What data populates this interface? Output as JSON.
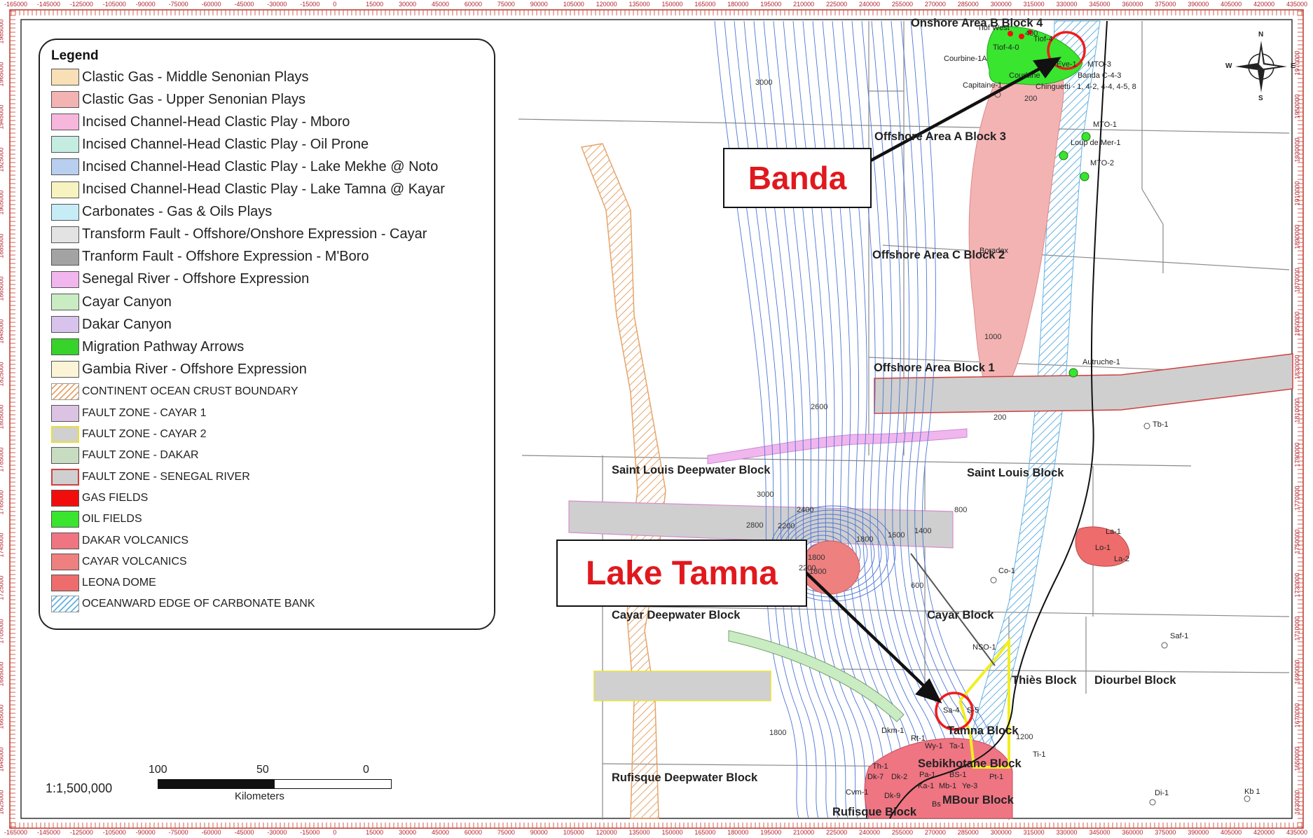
{
  "axis": {
    "x_ticks": [
      "-165000",
      "-145000",
      "-125000",
      "-105000",
      "-90000",
      "-75000",
      "-60000",
      "-45000",
      "-30000",
      "-15000",
      "0",
      "15000",
      "30000",
      "45000",
      "60000",
      "75000",
      "90000",
      "105000",
      "120000",
      "135000",
      "150000",
      "165000",
      "180000",
      "195000",
      "210000",
      "225000",
      "240000",
      "255000",
      "270000",
      "285000",
      "300000",
      "315000",
      "330000",
      "345000",
      "360000",
      "375000",
      "390000",
      "405000",
      "420000",
      "435000"
    ],
    "y_ticks": [
      "1985000",
      "1965000",
      "1945000",
      "1925000",
      "1905000",
      "1885000",
      "1865000",
      "1845000",
      "1825000",
      "1805000",
      "1785000",
      "1765000",
      "1745000",
      "1725000",
      "1705000",
      "1685000",
      "1665000",
      "1645000",
      "1625000"
    ],
    "y_ticks_right": [
      "1970000",
      "1950000",
      "1930000",
      "1910000",
      "1890000",
      "1870000",
      "1850000",
      "1830000",
      "1810000",
      "1790000",
      "1770000",
      "1750000",
      "1730000",
      "1710000",
      "1690000",
      "1670000",
      "1650000",
      "1630000"
    ]
  },
  "legend": {
    "title": "Legend",
    "items": [
      {
        "label": "Clastic Gas - Middle Senonian Plays",
        "color": "#f8dfb5",
        "size": "big"
      },
      {
        "label": "Clastic Gas - Upper Senonian Plays",
        "color": "#f4b3b3",
        "size": "big"
      },
      {
        "label": "Incised Channel-Head Clastic Play - Mboro",
        "color": "#f7b6dc",
        "size": "big"
      },
      {
        "label": "Incised Channel-Head Clastic Play - Oil Prone",
        "color": "#c4ece0",
        "size": "big"
      },
      {
        "label": "Incised Channel-Head Clastic Play - Lake Mekhe @ Noto",
        "color": "#b9cff0",
        "size": "big"
      },
      {
        "label": "Incised Channel-Head Clastic Play - Lake Tamna @ Kayar",
        "color": "#f6f3c0",
        "size": "big"
      },
      {
        "label": "Carbonates - Gas & Oils Plays",
        "color": "#c6ecf5",
        "size": "big"
      },
      {
        "label": "Transform Fault - Offshore/Onshore Expression - Cayar",
        "color": "#e3e3e3",
        "size": "big"
      },
      {
        "label": "Tranform Fault - Offshore Expression - M'Boro",
        "color": "#a3a3a3",
        "size": "big"
      },
      {
        "label": "Senegal River - Offshore Expression",
        "color": "#f1b6ee",
        "size": "big"
      },
      {
        "label": "Cayar Canyon",
        "color": "#c9ecc2",
        "size": "big"
      },
      {
        "label": "Dakar Canyon",
        "color": "#d8c3ec",
        "size": "big"
      },
      {
        "label": "Migration Pathway Arrows",
        "color": "#37d22a",
        "size": "big"
      },
      {
        "label": "Gambia River - Offshore Expression",
        "color": "#fbf4d6",
        "size": "big"
      },
      {
        "label": "CONTINENT OCEAN CRUST BOUNDARY",
        "color": "#e6a46a",
        "size": "small",
        "hatch": true
      },
      {
        "label": "FAULT ZONE - CAYAR 1",
        "color": "#dcc3e3",
        "size": "small"
      },
      {
        "label": "FAULT ZONE - CAYAR 2",
        "color": "#d0d0d0",
        "size": "small",
        "border": "#e8e03a"
      },
      {
        "label": "FAULT ZONE - DAKAR",
        "color": "#c8dcc2",
        "size": "small"
      },
      {
        "label": "FAULT ZONE - SENEGAL RIVER",
        "color": "#cfcfcf",
        "size": "small",
        "border": "#d04040"
      },
      {
        "label": "GAS FIELDS",
        "color": "#f20d0d",
        "size": "small"
      },
      {
        "label": "OIL FIELDS",
        "color": "#39e52f",
        "size": "small"
      },
      {
        "label": "DAKAR VOLCANICS",
        "color": "#ef7583",
        "size": "small"
      },
      {
        "label": "CAYAR VOLCANICS",
        "color": "#ee8080",
        "size": "small"
      },
      {
        "label": "LEONA DOME",
        "color": "#ee6c6c",
        "size": "small"
      },
      {
        "label": "OCEANWARD EDGE OF CARBONATE BANK",
        "color": "#62b1e4",
        "size": "small",
        "hatch": true
      }
    ]
  },
  "callouts": {
    "banda": "Banda",
    "lake_tamna": "Lake Tamna"
  },
  "blocks": {
    "onshore_area_b": "Onshore Area B Block 4",
    "offshore_a3": "Offshore Area A Block 3",
    "offshore_c2": "Offshore Area C Block 2",
    "offshore_b1": "Offshore Area Block 1",
    "saint_louis_deep": "Saint Louis Deepwater Block",
    "saint_louis": "Saint Louis Block",
    "cayar_deep": "Cayar Deepwater Block",
    "cayar": "Cayar Block",
    "thies": "Thiès Block",
    "diourbel": "Diourbel Block",
    "tamna": "Tamna Block",
    "sebikhotane": "Sebikhotane Block",
    "rufisque_deep": "Rufisque Deepwater Block",
    "rufisque": "Rufisque Block",
    "mbour": "MBour Block"
  },
  "wells": {
    "tiof_west": "Tiof West",
    "tiof4": "Tiof-4",
    "tiof40": "Tiof-4-0",
    "courbine1a": "Courbine-1A",
    "courbine": "Courbine",
    "capitaine": "Capitaine-1",
    "mto3": "MTO-3",
    "banda_c": "Banda C-4-3",
    "chinguetti": "Chinguetti - 1, 4-2, 4-4, 4-5, 8",
    "eve": "Eve-1",
    "mto1": "MTO-1",
    "loup": "Loup de Mer-1",
    "mto2": "MTO-2",
    "autruche": "Autruche-1",
    "tb1": "Tb-1",
    "co1": "Co-1",
    "nso1": "NSO-1",
    "saf1": "Saf-1",
    "la1": "La-1",
    "lo1": "Lo-1",
    "la2": "La-2",
    "sa4": "Sa-4",
    "s5": "S-5",
    "dkm1": "Dkm-1",
    "rt1": "Rt-1",
    "wy1": "Wy-1",
    "ta1": "Ta-1",
    "ti1": "Ti-1",
    "pt1": "Pt-1",
    "pa1": "Pa-1",
    "bs1": "BS-1",
    "dk7": "Dk-7",
    "dk2": "Dk-2",
    "ka1": "Ka-1",
    "mb1": "Mb-1",
    "ye3": "Ye-3",
    "cvm1": "Cvm-1",
    "dk9": "Dk-9",
    "th1": "Th-1",
    "di1": "Di-1",
    "kb1": "Kb 1",
    "bs": "Bs",
    "boradex": "Boradex"
  },
  "contours": [
    "3000",
    "2800",
    "3000",
    "2400",
    "2200",
    "1800",
    "1600",
    "1400",
    "800",
    "600",
    "200",
    "1000",
    "200",
    "2600",
    "1800",
    "1800",
    "1800",
    "2200",
    "1200",
    "400"
  ],
  "scale": {
    "ratio": "1:1,500,000",
    "n100": "100",
    "n50": "50",
    "n0": "0",
    "units": "Kilometers"
  },
  "compass": {
    "n": "N",
    "s": "S",
    "e": "E",
    "w": "W"
  }
}
